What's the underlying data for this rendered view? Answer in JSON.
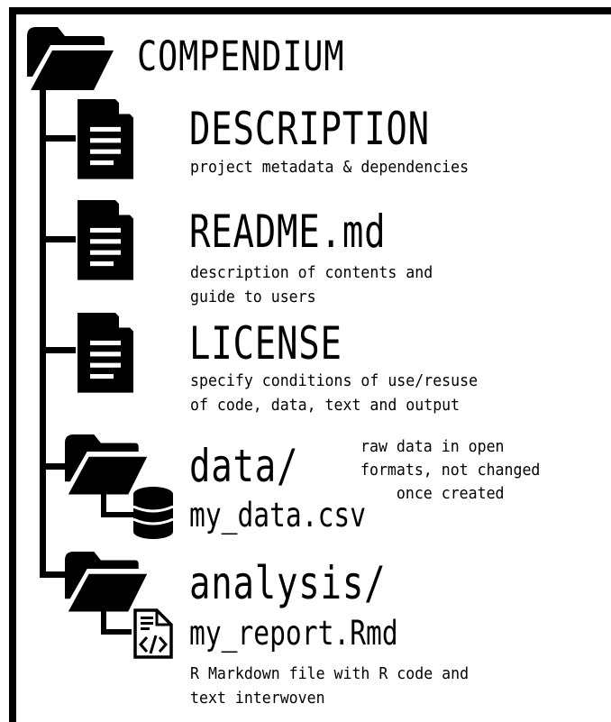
{
  "root": {
    "title": "COMPENDIUM"
  },
  "items": [
    {
      "name": "DESCRIPTION",
      "description": "project metadata & dependencies"
    },
    {
      "name": "README.md",
      "description": "description of contents and\nguide to users"
    },
    {
      "name": "LICENSE",
      "description": "specify conditions of use/resuse\nof code, data, text and output"
    },
    {
      "name": "data/",
      "file": "my_data.csv",
      "note": "raw data in open\nformats, not changed\n    once created"
    },
    {
      "name": "analysis/",
      "file": "my_report.Rmd",
      "description": "R Markdown file with R code and\ntext interwoven"
    }
  ],
  "icons": [
    "folder-open-icon",
    "document-icon",
    "database-icon",
    "code-file-icon"
  ],
  "colors": {
    "ink": "#000000",
    "background": "#ffffff"
  }
}
